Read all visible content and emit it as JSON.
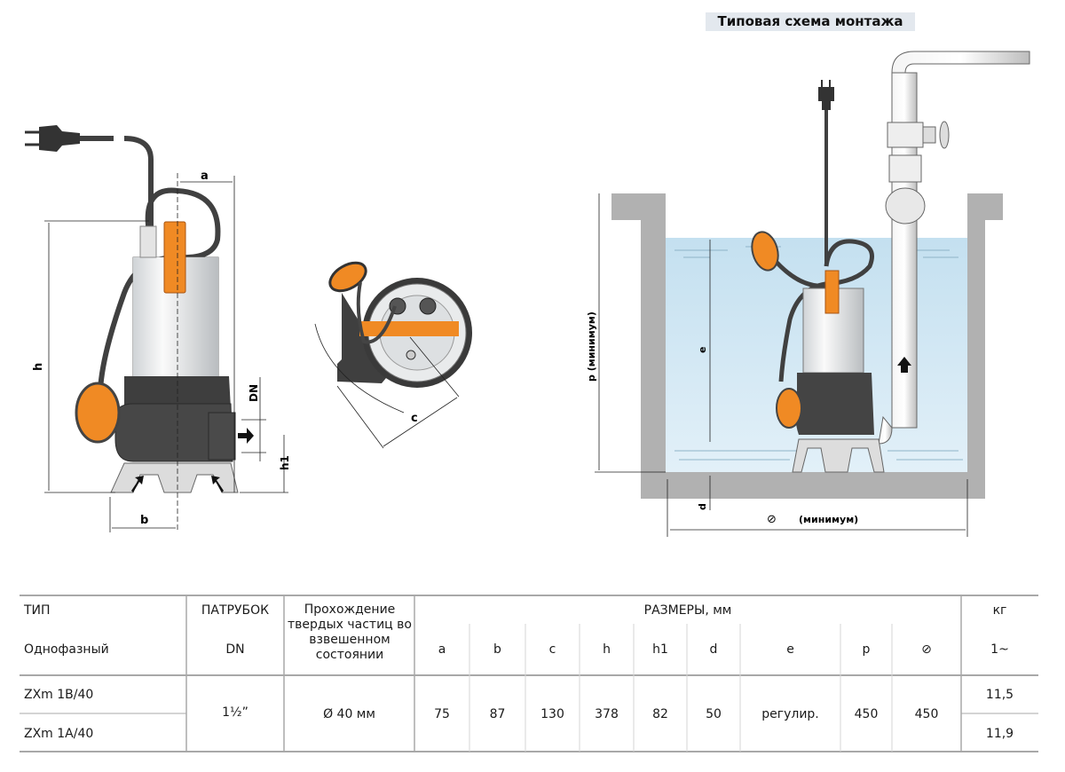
{
  "install_diagram": {
    "title": "Типовая схема монтажа",
    "labels": {
      "p": "p (минимум)",
      "e": "e",
      "d": "d",
      "width_min": "(минимум)",
      "width_symbol": "⊘"
    }
  },
  "pump_diagram": {
    "labels": {
      "a": "a",
      "b": "b",
      "h": "h",
      "h1": "h1",
      "DN": "DN"
    }
  },
  "top_view_diagram": {
    "labels": {
      "c": "c"
    }
  },
  "colors": {
    "accent_orange": "#f08a24",
    "pump_dark": "#4a4a4a",
    "water": "#cde6f3",
    "wall": "#b3b3b3",
    "table_line": "#a8a8a8"
  },
  "table": {
    "headers": {
      "type": "ТИП",
      "phase": "Однофазный",
      "nozzle": "ПАТРУБОК",
      "nozzle_sub": "DN",
      "solids": "Прохождение твердых частиц во взвешенном состоянии",
      "dimensions": "РАЗМЕРЫ, мм",
      "weight": "кг",
      "weight_sub": "1~",
      "dim_cols": [
        "a",
        "b",
        "c",
        "h",
        "h1",
        "d",
        "e",
        "p",
        "⊘"
      ]
    },
    "rows": [
      {
        "model": "ZXm 1B/40",
        "weight": "11,5"
      },
      {
        "model": "ZXm 1A/40",
        "weight": "11,9"
      }
    ],
    "shared": {
      "dn": "1½”",
      "solids": "Ø 40 мм",
      "dims": [
        "75",
        "87",
        "130",
        "378",
        "82",
        "50",
        "регулир.",
        "450",
        "450"
      ]
    }
  }
}
